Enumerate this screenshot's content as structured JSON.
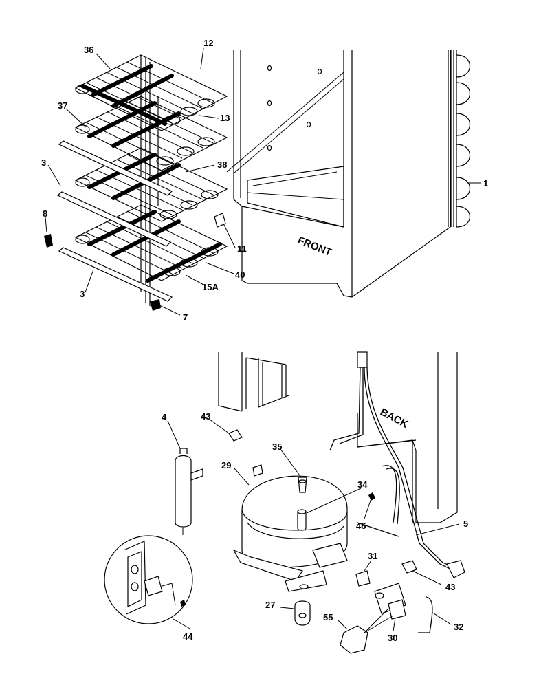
{
  "texts": {
    "front": "FRONT",
    "back": "BACK"
  },
  "callouts": {
    "c36": "36",
    "c12": "12",
    "c37": "37",
    "c13": "13",
    "c3a": "3",
    "c38": "38",
    "c1": "1",
    "c8": "8",
    "c11": "11",
    "c40": "40",
    "c15a": "15A",
    "c3b": "3",
    "c7": "7",
    "c4": "4",
    "c43a": "43",
    "c35": "35",
    "c29": "29",
    "c34": "34",
    "c46": "46",
    "c5": "5",
    "c31": "31",
    "c43b": "43",
    "c27": "27",
    "c55": "55",
    "c30": "30",
    "c32": "32",
    "c44": "44"
  }
}
